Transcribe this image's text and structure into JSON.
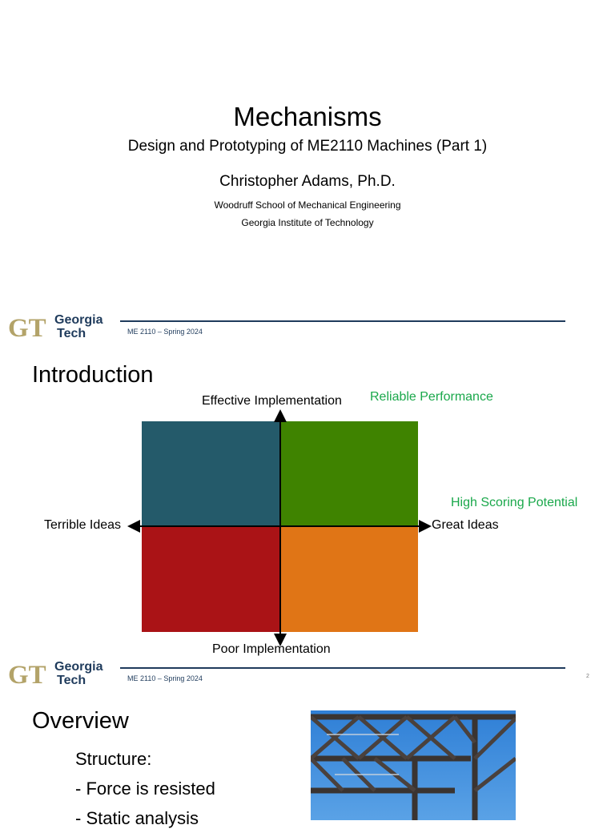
{
  "slide1": {
    "title": "Mechanisms",
    "subtitle": "Design and Prototyping of ME2110 Machines (Part 1)",
    "author": "Christopher Adams, Ph.D.",
    "affiliation_line1": "Woodruff School of Mechanical Engineering",
    "affiliation_line2": "Georgia Institute of Technology"
  },
  "footer": {
    "logo_word1": "Georgia",
    "logo_word2": "Tech",
    "course": "ME 2110 – Spring 2024"
  },
  "slide2": {
    "title": "Introduction",
    "page_number": "2",
    "axis_top": "Effective Implementation",
    "axis_bottom": "Poor Implementation",
    "axis_left": "Terrible Ideas",
    "axis_right": "Great Ideas",
    "note_top": "Reliable Performance",
    "note_right": "High Scoring Potential",
    "quadrant_colors": {
      "top_left": "#245a6a",
      "top_right": "#3f8300",
      "bottom_left": "#aa1316",
      "bottom_right": "#e07516"
    }
  },
  "slide3": {
    "title": "Overview",
    "heading": "Structure:",
    "bullets": [
      "-  Force is resisted",
      "-  Static analysis"
    ]
  },
  "colors": {
    "gt_gold": "#b3a369",
    "gt_navy": "#1f3b5c",
    "green_note": "#1aa84b"
  }
}
